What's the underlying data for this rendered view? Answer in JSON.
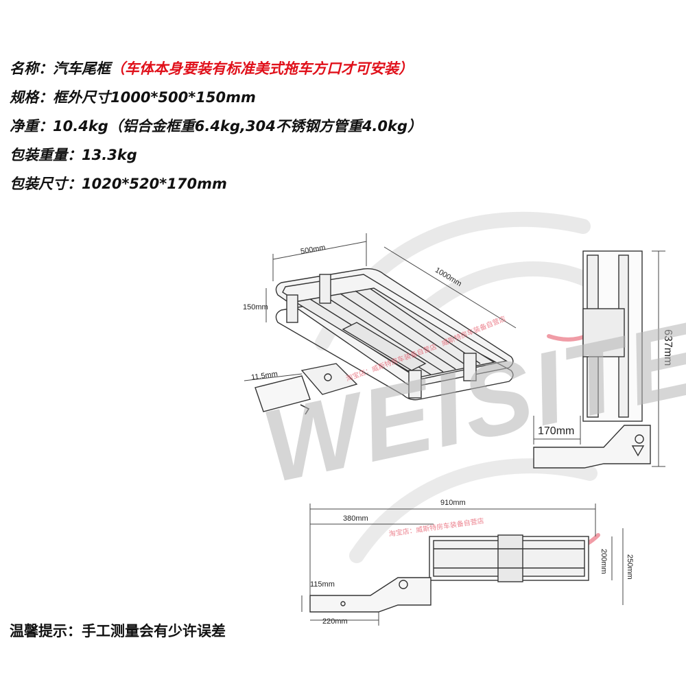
{
  "specs": {
    "name_label": "名称：",
    "name_value": "汽车尾框",
    "name_note": "（车体本身要装有标准美式拖车方口才可安装）",
    "size_label": "规格：",
    "size_value": "框外尺寸1000*500*150mm",
    "net_label": "净重：",
    "net_value": "10.4kg（铝合金框重6.4kg,304不锈钢方管重4.0kg）",
    "pkg_weight_label": "包装重量：",
    "pkg_weight_value": "13.3kg",
    "pkg_size_label": "包装尺寸：",
    "pkg_size_value": "1020*520*170mm"
  },
  "iso_view": {
    "width_dim": "500mm",
    "length_dim": "1000mm",
    "height_dim": "150mm",
    "tube_dim": "11.5mm"
  },
  "side_view": {
    "height_dim": "637mm",
    "depth_dim": "170mm"
  },
  "top_view": {
    "total_dim": "910mm",
    "arm_dim": "380mm",
    "frame_h_dim": "200mm",
    "total_h_dim": "250mm",
    "tube_h_dim": "115mm",
    "tube_len_dim": "220mm"
  },
  "watermark": {
    "brand": "WEISITE",
    "shop_1": "淘宝店：威斯特房车装备自营店",
    "shop_2": "淘宝店：威斯特房车装备自营店",
    "shop_3": "威斯特房车装备自营店"
  },
  "footer": {
    "tip_label": "温馨提示：",
    "tip_value": "手工测量会有少许误差"
  },
  "colors": {
    "note_red": "#e0101a",
    "watermark_pink": "#e65a6a",
    "watermark_gray": "#b5b5b5"
  }
}
